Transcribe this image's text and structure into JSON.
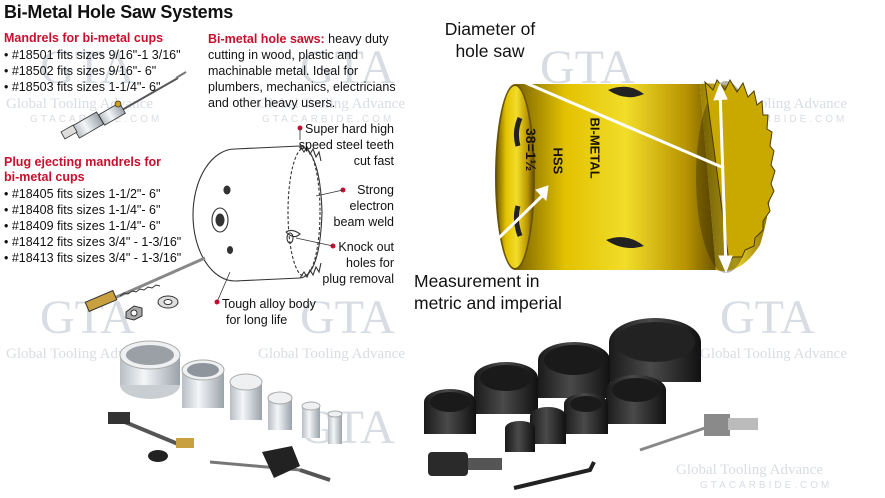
{
  "title": "Bi-Metal Hole Saw Systems",
  "mandrels": {
    "heading": "Mandrels for bi-metal cups",
    "items": [
      "#18501 fits sizes 9/16\"-1 3/16\"",
      "#18502 fits sizes 9/16\"- 6\"",
      "#18503 fits sizes 1-1/4\"- 6\""
    ]
  },
  "plug_mandrels": {
    "heading_line1": "Plug ejecting mandrels for",
    "heading_line2": "bi-metal cups",
    "items": [
      "#18405 fits sizes 1-1/2\"- 6\"",
      "#18408 fits sizes 1-1/4\"- 6\"",
      "#18409 fits sizes 1-1/4\"- 6\"",
      "#18412 fits sizes 3/4\" - 1-3/16\"",
      "#18413 fits sizes 3/4\" - 1-3/16\""
    ]
  },
  "description": {
    "lead": "Bi-metal hole saws:",
    "line1": " heavy duty",
    "line2": "cutting in wood, plastic and",
    "line3": "machinable metal. Ideal for",
    "line4": "plumbers, mechanics, electricians",
    "line5": "and other heavy users."
  },
  "callouts": {
    "teeth_1": "Super hard high",
    "teeth_2": "speed steel teeth",
    "teeth_3": "cut fast",
    "weld_1": "Strong",
    "weld_2": "electron",
    "weld_3": "beam weld",
    "knock_1": "Knock out",
    "knock_2": "holes for",
    "knock_3": "plug removal",
    "body_1": "Tough alloy body",
    "body_2": "for long life"
  },
  "right_labels": {
    "diameter_1": "Diameter of",
    "diameter_2": "hole saw",
    "measure_1": "Measurement in",
    "measure_2": "metric and imperial"
  },
  "saw_print": {
    "line1": "BI-METAL",
    "line2": "HSS",
    "line3": "38=1½"
  },
  "watermark": {
    "logo": "GTA",
    "name": "Global Tooling Advance",
    "site": "GTACARBIDE.COM"
  },
  "colors": {
    "accent_red": "#c8102e",
    "saw_gold": "#d4b000",
    "watermark": "#d8dde3"
  }
}
